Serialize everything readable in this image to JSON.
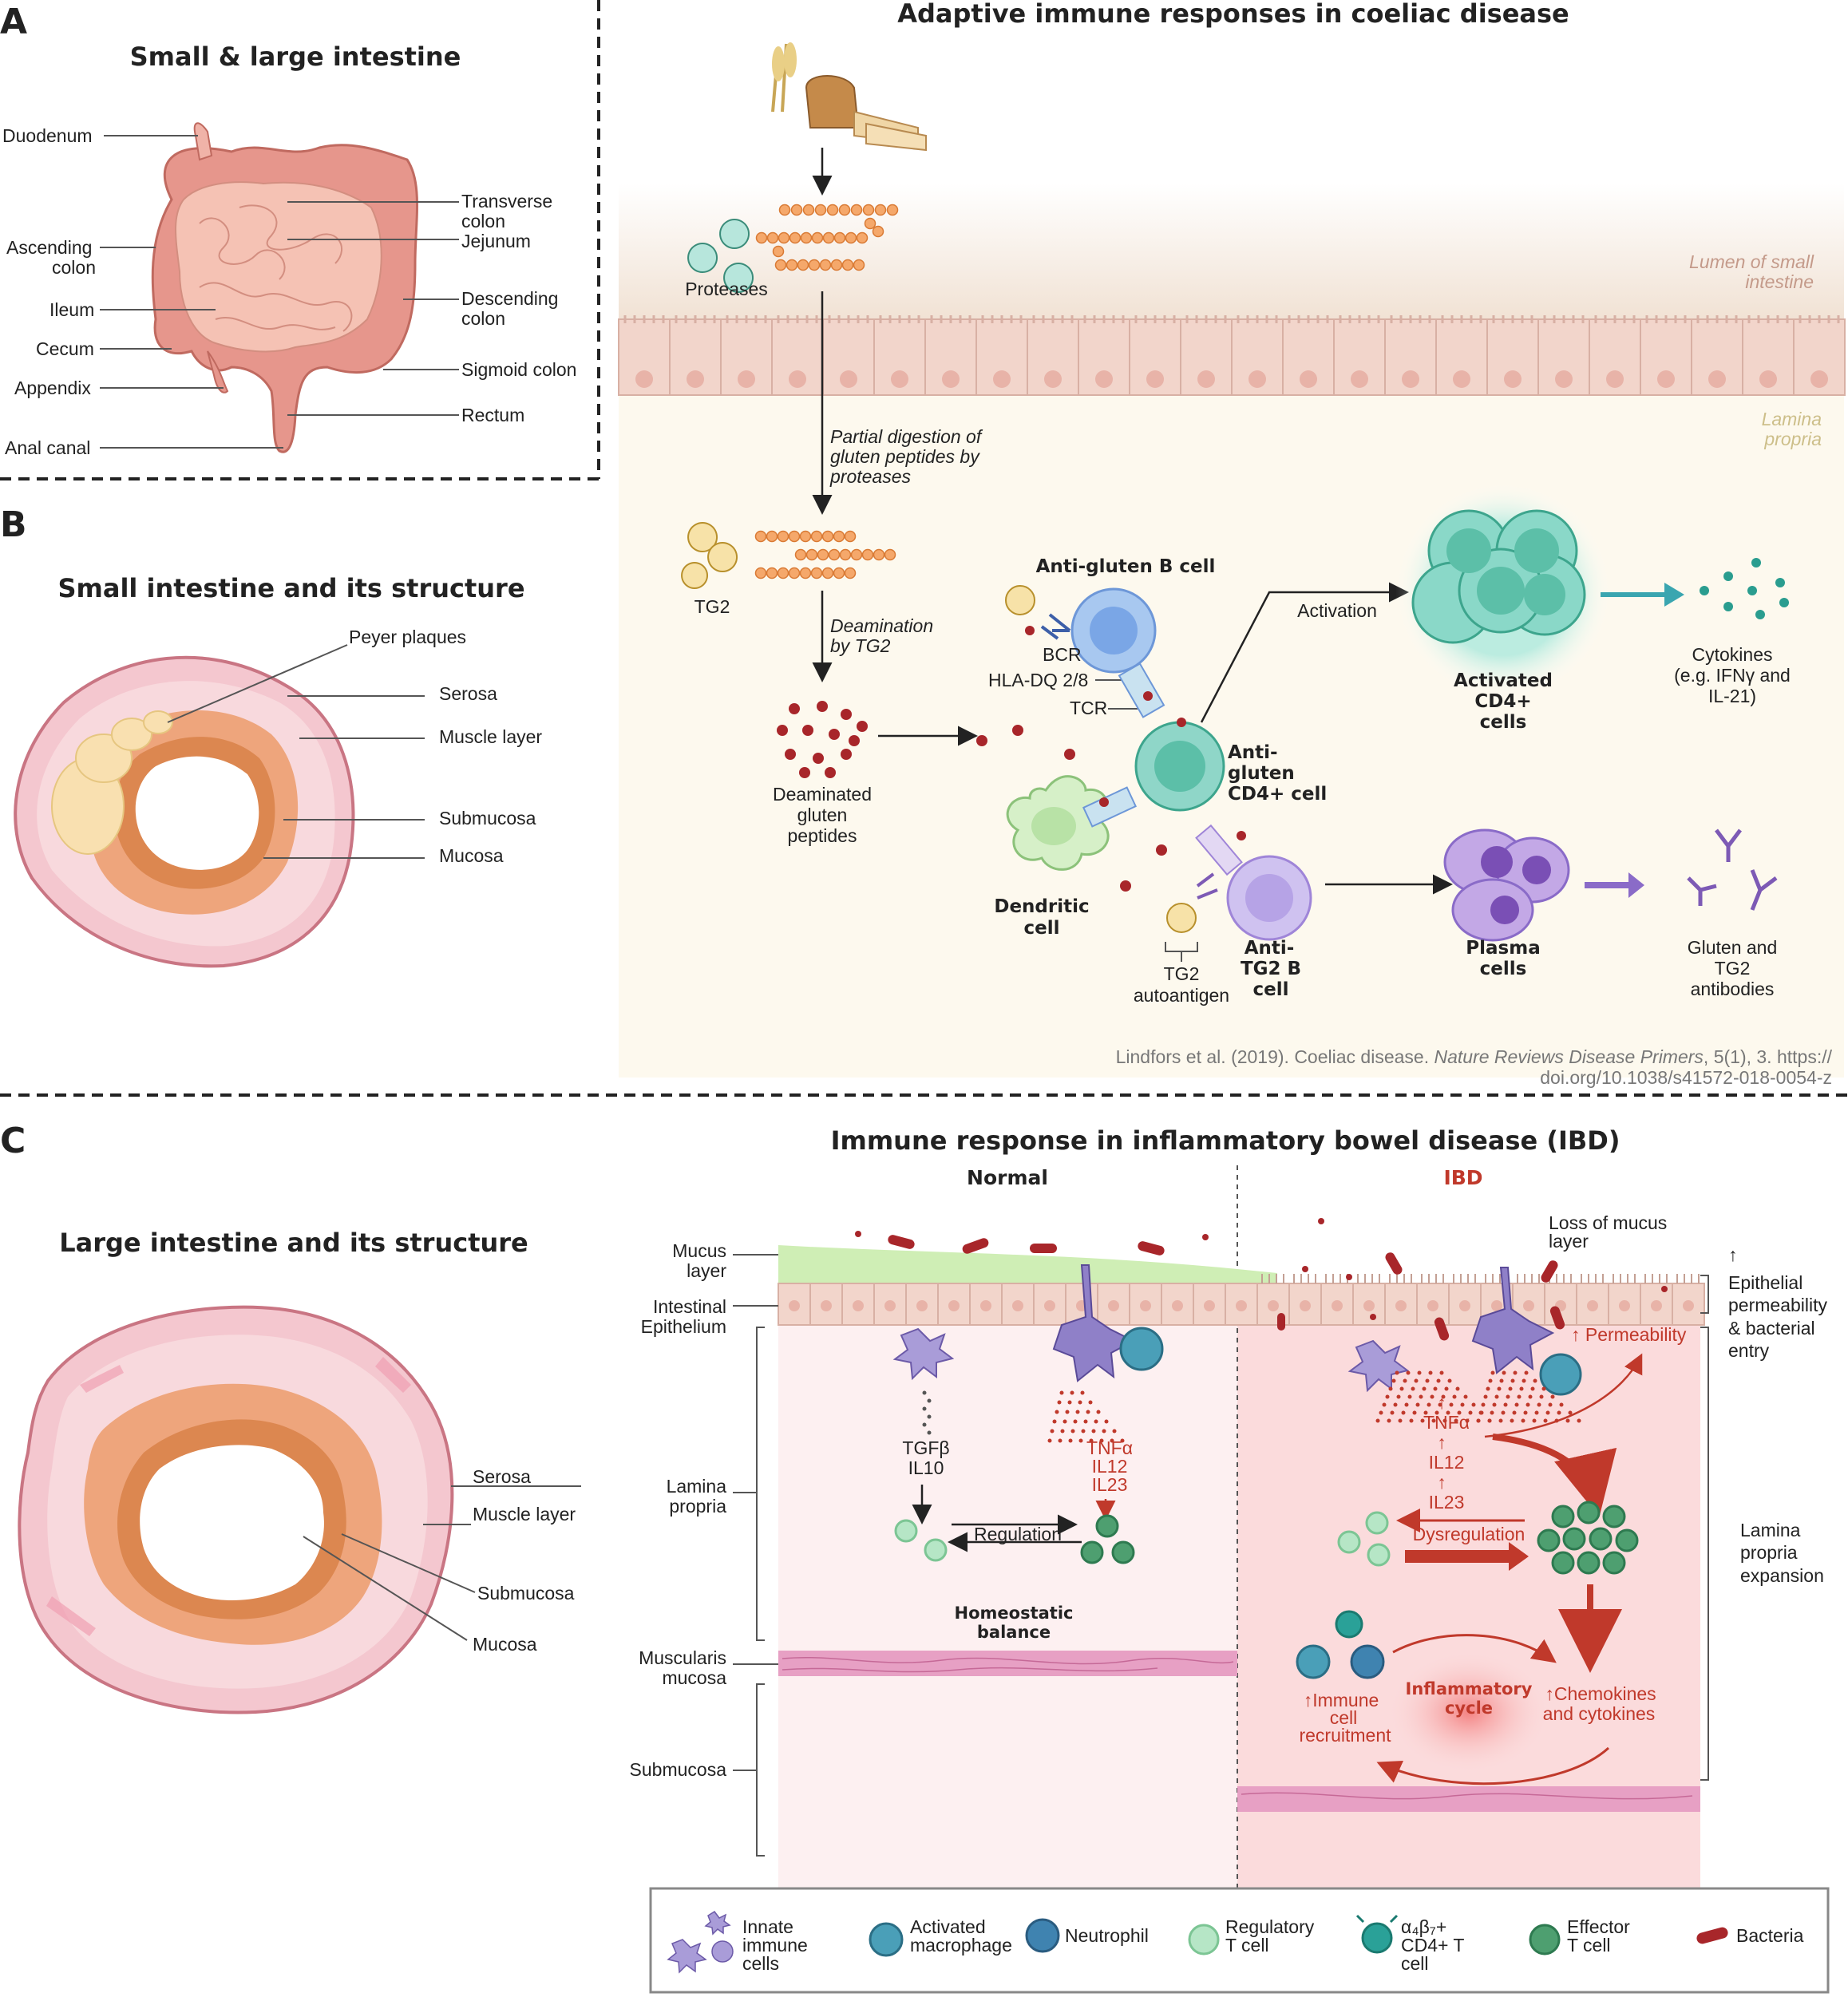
{
  "panel_letters": {
    "a": "A",
    "b": "B",
    "c": "C"
  },
  "panel_a": {
    "title": "Small & large intestine",
    "labels_left": [
      "Duodenum",
      "Ascending",
      "colon",
      "Ileum",
      "Cecum",
      "Appendix",
      "Anal canal"
    ],
    "labels_right": [
      "Transverse",
      "colon",
      "Jejunum",
      "Descending",
      "colon",
      "Sigmoid colon",
      "Rectum"
    ]
  },
  "panel_b": {
    "title": "Small intestine and its structure",
    "labels": [
      "Peyer plaques",
      "Serosa",
      "Muscle layer",
      "Submucosa",
      "Mucosa"
    ]
  },
  "coeliac": {
    "title": "Adaptive immune responses in coeliac disease",
    "proteases": "Proteases",
    "lumen": [
      "Lumen of small",
      "intestine"
    ],
    "lamina": [
      "Lamina",
      "propria"
    ],
    "partial": [
      "Partial digestion of",
      "gluten peptides by",
      "proteases"
    ],
    "tg2": "TG2",
    "deamination": [
      "Deamination",
      "by TG2"
    ],
    "deaminated": [
      "Deaminated",
      "gluten",
      "peptides"
    ],
    "anti_gluten_b": "Anti-gluten B cell",
    "bcr": "BCR",
    "hla": "HLA-DQ 2/8",
    "tcr": "TCR",
    "cd4": [
      "Anti-",
      "gluten",
      "CD4+ cell"
    ],
    "dendritic": [
      "Dendritic",
      "cell"
    ],
    "activation": "Activation",
    "activated": [
      "Activated",
      "CD4+",
      "cells"
    ],
    "cytokines": [
      "Cytokines",
      "(e.g. IFNγ and",
      "IL-21)"
    ],
    "anti_tg2": [
      "Anti-",
      "TG2 B",
      "cell"
    ],
    "tg2_auto": [
      "TG2",
      "autoantigen"
    ],
    "plasma": [
      "Plasma",
      "cells"
    ],
    "antibodies": [
      "Gluten and",
      "TG2",
      "antibodies"
    ],
    "citation_1": "Lindfors et al. (2019). Coeliac disease. ",
    "citation_journal": "Nature Reviews Disease Primers",
    "citation_2": ", 5(1), 3. https://",
    "citation_3": "doi.org/10.1038/s41572-018-0054-z"
  },
  "panel_c_left": {
    "title": "Large intestine and its structure",
    "labels": [
      "Serosa",
      "Muscle layer",
      "Submucosa",
      "Mucosa"
    ]
  },
  "ibd": {
    "title": "Immune response in inflammatory bowel disease (IBD)",
    "normal": "Normal",
    "ibd": "IBD",
    "left_labels": [
      "Mucus",
      "layer",
      "Intestinal",
      "Epithelium",
      "Lamina",
      "propria",
      "Muscularis",
      "mucosa",
      "Submucosa"
    ],
    "tgfb": [
      "TGFβ",
      "IL10"
    ],
    "tnfa_normal": [
      "TNFα",
      "IL12",
      "IL23"
    ],
    "regulation": "Regulation",
    "homeostatic": [
      "Homeostatic",
      "balance"
    ],
    "loss_mucus": [
      "Loss of mucus",
      "layer"
    ],
    "permeability": "↑ Permeability",
    "tnfa_ibd": [
      "↑",
      "TNFα",
      "↑",
      "IL12",
      "↑",
      "IL23"
    ],
    "dysregulation": "Dysregulation",
    "inflammatory": [
      "Inflammatory",
      "cycle"
    ],
    "immune_recruit": [
      "↑Immune",
      "cell",
      "recruitment"
    ],
    "chemokines": [
      "↑Chemokines",
      "and cytokines"
    ],
    "right_labels": [
      "↑",
      "Epithelial",
      "permeability",
      "& bacterial",
      "entry",
      "Lamina",
      "propria",
      "expansion"
    ]
  },
  "legend": {
    "innate": [
      "Innate",
      "immune",
      "cells"
    ],
    "macrophage": [
      "Activated",
      "macrophage"
    ],
    "neutrophil": "Neutrophil",
    "treg": [
      "Regulatory",
      "T cell"
    ],
    "a4b7": [
      "α₄β₇+",
      "CD4+ T",
      "cell"
    ],
    "effector": [
      "Effector",
      "T cell"
    ],
    "bacteria": "Bacteria"
  },
  "colors": {
    "intestine": "#e6968c",
    "small_intestine": "#f5c2b4",
    "accent_red": "#c0392b",
    "teal": "#2aa198",
    "purple": "#7d5ab5",
    "cd4_green": "#3da58d"
  }
}
